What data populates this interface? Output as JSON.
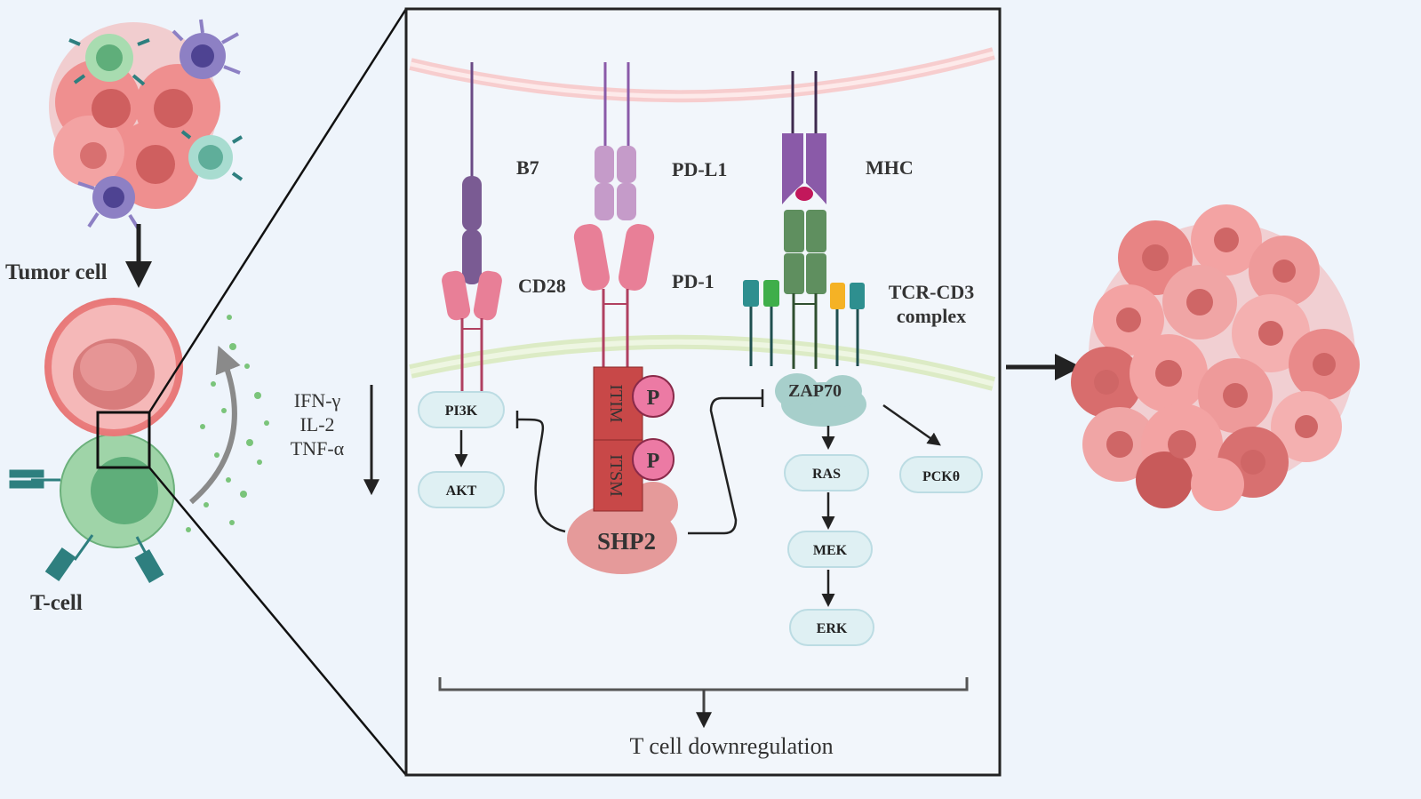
{
  "labels": {
    "tumor_cell": "Tumor cell",
    "t_cell": "T-cell",
    "cytokine_1": "IFN-γ",
    "cytokine_2": "IL-2",
    "cytokine_3": "TNF-α",
    "b7": "B7",
    "cd28": "CD28",
    "pd_l1": "PD-L1",
    "pd_1": "PD-1",
    "mhc": "MHC",
    "tcr_cd3_line1": "TCR-CD3",
    "tcr_cd3_line2": "complex",
    "itim": "ITIM",
    "itsm": "ITSM",
    "phospho": "P",
    "shp2": "SHP2",
    "zap70": "ZAP70",
    "pi3k": "PI3K",
    "akt": "AKT",
    "ras": "RAS",
    "mek": "MEK",
    "erk": "ERK",
    "pckq": "PCKθ",
    "outcome": "T cell downregulation"
  },
  "colors": {
    "background": "#eef4fb",
    "panel_border": "#222222",
    "outcome_text": "#b83232",
    "tumor_pink": "#f28b8b",
    "tcell_green": "#7fc79a",
    "cd28_pink": "#e87f97",
    "b7_purple": "#7a5b93",
    "pdl1_lilac": "#c59bc9",
    "mhc_purple": "#8a5aa8",
    "tcr_green": "#5f8f5f",
    "itim_red": "#c84848",
    "shp2_pink": "#e59a9a",
    "zap70_teal": "#a7cfcb",
    "pill_fill": "#dff0f3"
  }
}
